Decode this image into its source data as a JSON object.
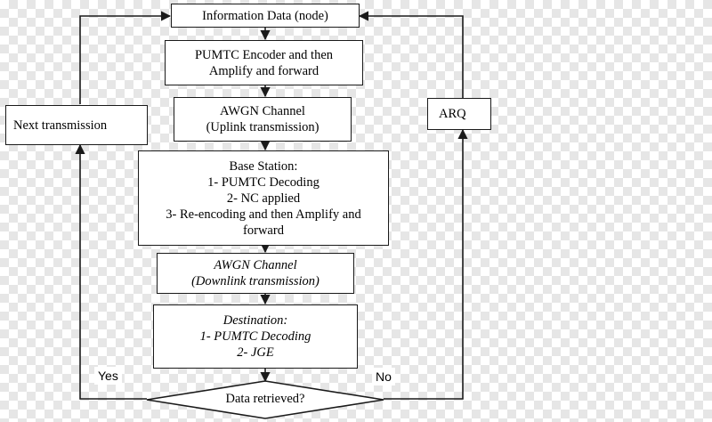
{
  "nodes": {
    "info": "Information Data (node)",
    "encoder": [
      "PUMTC Encoder and then",
      "Amplify and forward"
    ],
    "awgn_up": [
      "AWGN Channel",
      "(Uplink transmission)"
    ],
    "base": [
      "Base Station:",
      "1- PUMTC Decoding",
      "2- NC applied",
      "3- Re-encoding and then Amplify and",
      "forward"
    ],
    "awgn_down": [
      "AWGN Channel",
      "(Downlink transmission)"
    ],
    "dest": [
      "Destination:",
      "1- PUMTC Decoding",
      "2- JGE"
    ],
    "decision": "Data retrieved?",
    "next": "Next transmission",
    "arq": "ARQ"
  },
  "labels": {
    "yes": "Yes",
    "no": "No"
  },
  "colors": {
    "line": "#1a1a1a",
    "box_fill": "#ffffff",
    "checker": "#e6e6e6"
  }
}
